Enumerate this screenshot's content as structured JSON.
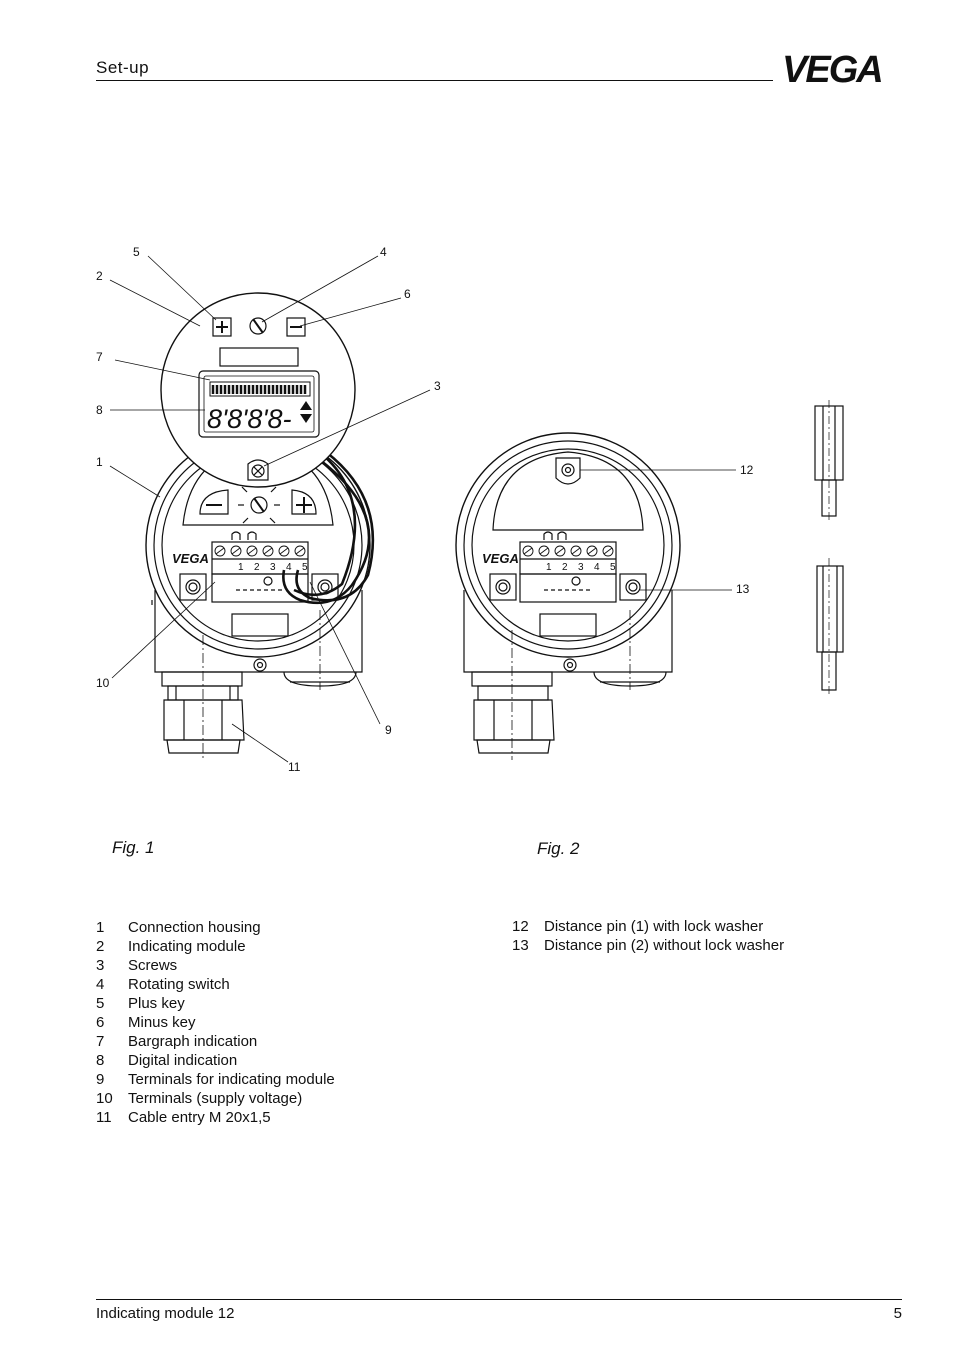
{
  "header": {
    "section": "Set-up",
    "brand": "VEGA"
  },
  "figures": [
    {
      "caption": "Fig. 1",
      "callouts": [
        "1",
        "2",
        "3",
        "4",
        "5",
        "6",
        "7",
        "8",
        "9",
        "10",
        "11"
      ]
    },
    {
      "caption": "Fig. 2",
      "callouts": [
        "12",
        "13"
      ]
    }
  ],
  "display": {
    "digits": "8'8'8'8-"
  },
  "terminal_labels": [
    "1",
    "2",
    "3",
    "4",
    "5"
  ],
  "legend_left": [
    {
      "num": "1",
      "text": "Connection housing"
    },
    {
      "num": "2",
      "text": "Indicating module"
    },
    {
      "num": "3",
      "text": "Screws"
    },
    {
      "num": "4",
      "text": "Rotating switch"
    },
    {
      "num": "5",
      "text": "Plus key"
    },
    {
      "num": "6",
      "text": "Minus key"
    },
    {
      "num": "7",
      "text": "Bargraph indication"
    },
    {
      "num": "8",
      "text": "Digital indication"
    },
    {
      "num": "9",
      "text": "Terminals for indicating module"
    },
    {
      "num": "10",
      "text": "Terminals (supply voltage)"
    },
    {
      "num": "11",
      "text": "Cable entry M 20x1,5"
    }
  ],
  "legend_right": [
    {
      "num": "12",
      "text": "Distance pin (1) with lock washer"
    },
    {
      "num": "13",
      "text": "Distance pin (2) without lock washer"
    }
  ],
  "footer": {
    "title": "Indicating module 12",
    "page": "5"
  }
}
